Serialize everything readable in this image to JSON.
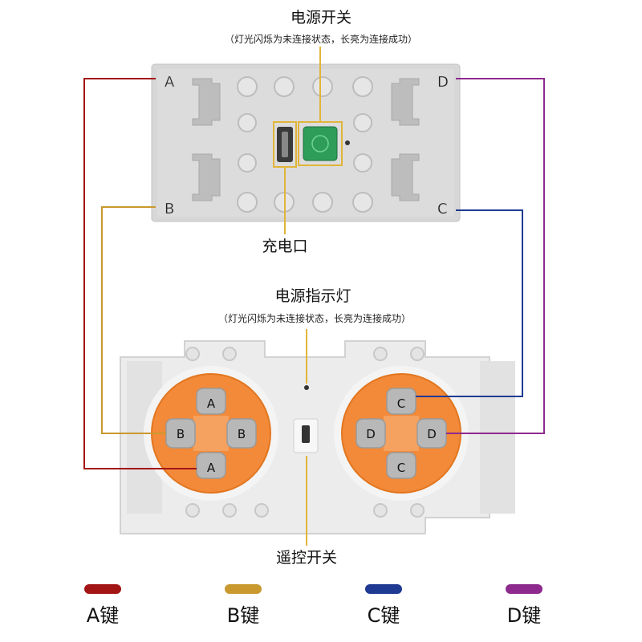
{
  "labels": {
    "power_switch": "电源开关",
    "power_switch_note": "（灯光闪烁为未连接状态，长亮为连接成功）",
    "charge_port": "充电口",
    "power_indicator": "电源指示灯",
    "power_indicator_note": "（灯光闪烁为未连接状态，长亮为连接成功）",
    "remote_switch": "遥控开关"
  },
  "receiver": {
    "corner_letters": {
      "top_left": "A",
      "bottom_left": "B",
      "top_right": "D",
      "bottom_right": "C"
    }
  },
  "remote": {
    "left_pad": {
      "top": "A",
      "left": "B",
      "right": "B",
      "bottom": "A"
    },
    "right_pad": {
      "top": "C",
      "left": "D",
      "right": "D",
      "bottom": "C"
    }
  },
  "legend": [
    {
      "key": "a",
      "label": "A键",
      "color": "#a31515"
    },
    {
      "key": "b",
      "label": "B键",
      "color": "#c9992f"
    },
    {
      "key": "c",
      "label": "C键",
      "color": "#1f3a93"
    },
    {
      "key": "d",
      "label": "D键",
      "color": "#8e2a8e"
    }
  ],
  "colors": {
    "pointer": "#e1b53a",
    "pad_orange": "#f28a3a",
    "button_gray": "#b8b8b8",
    "power_button_green": "#2e9d5a"
  }
}
